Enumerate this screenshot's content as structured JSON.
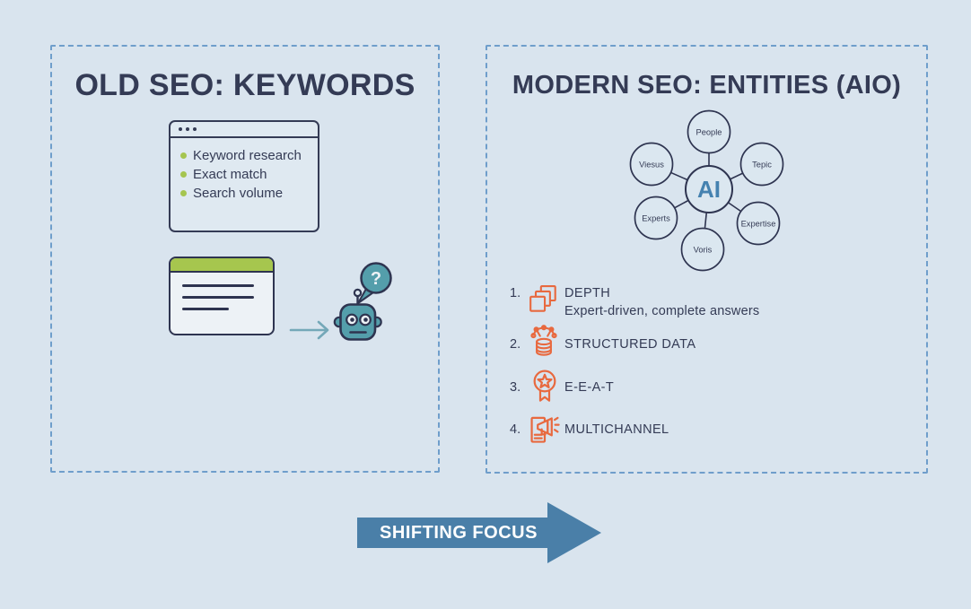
{
  "palette": {
    "background": "#d9e4ee",
    "panel_border": "#6f9ecb",
    "text_dark": "#343b55",
    "outline_navy": "#2e3450",
    "green": "#a6c64e",
    "bullet_green": "#a5c550",
    "teal": "#549eab",
    "teal_arrow": "#74a8b8",
    "ai_blue": "#4582b0",
    "orange": "#e8693f",
    "footer_arrow_blue": "#4a7fa8"
  },
  "left_panel": {
    "title": "OLD SEO: KEYWORDS",
    "browser_window": {
      "bullets": [
        "Keyword research",
        "Exact match",
        "Search volume"
      ]
    },
    "robot": {
      "question_mark": "?"
    }
  },
  "right_panel": {
    "title": "MODERN SEO: ENTITIES (AIO)",
    "hub": {
      "center_label": "AI",
      "nodes": [
        {
          "label": "People"
        },
        {
          "label": "Tepic"
        },
        {
          "label": "Expertise"
        },
        {
          "label": "Voris"
        },
        {
          "label": "Experts"
        },
        {
          "label": "Viesus"
        }
      ]
    },
    "items": [
      {
        "number": "1.",
        "icon": "stacked-pages-icon",
        "label": "DEPTH",
        "description": "Expert-driven, complete answers"
      },
      {
        "number": "2.",
        "icon": "structured-data-icon",
        "label": "STRUCTURED DATA"
      },
      {
        "number": "3.",
        "icon": "award-badge-icon",
        "label": "E-E-A-T"
      },
      {
        "number": "4.",
        "icon": "megaphone-icon",
        "label": "MULTICHANNEL"
      }
    ]
  },
  "footer": {
    "arrow_label": "SHIFTING FOCUS"
  }
}
